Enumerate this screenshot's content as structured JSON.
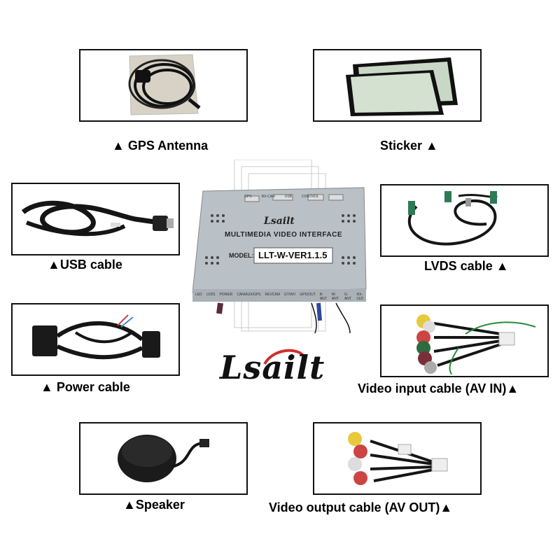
{
  "items": [
    {
      "key": "gps",
      "caption": "▲ GPS Antenna"
    },
    {
      "key": "sticker",
      "caption": "Sticker ▲"
    },
    {
      "key": "usb",
      "caption": "▲USB cable"
    },
    {
      "key": "lvds",
      "caption": "LVDS cable ▲"
    },
    {
      "key": "power",
      "caption": "▲ Power cable"
    },
    {
      "key": "avin",
      "caption": "Video input cable (AV IN)▲"
    },
    {
      "key": "speaker",
      "caption": "▲Speaker"
    },
    {
      "key": "avout",
      "caption": "Video output cable (AV OUT)▲"
    }
  ],
  "device": {
    "brand": "Lsailt",
    "title": "MULTIMEDIA VIDEO INTERFACE",
    "model_label": "MODEL:",
    "model": "LLT-W-VER1.1.5",
    "ports_bottom": [
      "LED",
      "LVDS",
      "POWER",
      "CAN/AUX/GPS",
      "REVCAM",
      "GT/WV",
      "GPS/OUT",
      "B-ANT",
      "W-ANT",
      "G-ANT",
      "RX-LED"
    ],
    "ports_top": [
      "GPS",
      "RX-CAN",
      "USB",
      "CONTROL"
    ]
  },
  "logo_text": "Lsailt",
  "colors": {
    "frame": "#111111",
    "device_body": "#b9c0c6",
    "cable": "#151515"
  }
}
